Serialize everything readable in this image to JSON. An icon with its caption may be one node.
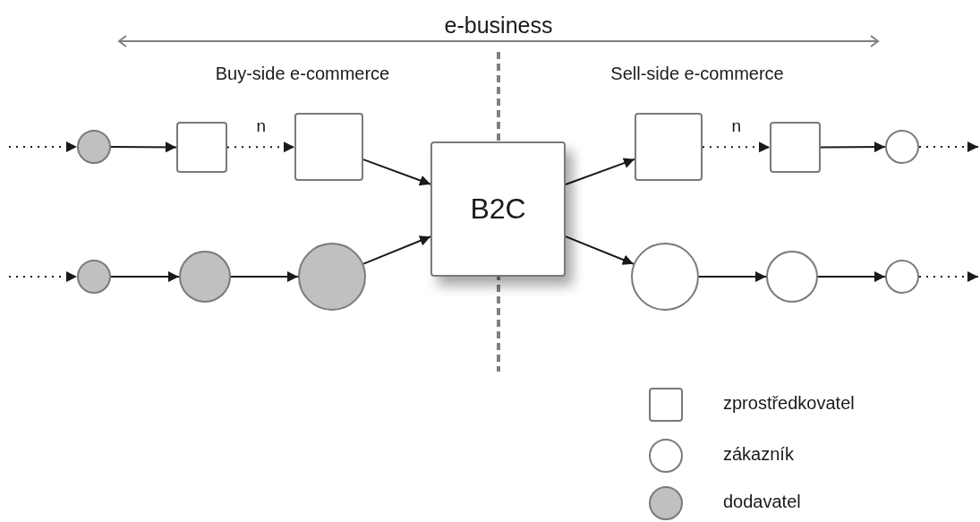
{
  "diagram": {
    "nodes": [
      {
        "text": [],
        "shape": "circle"
      },
      {
        "text": [],
        "shape": "box"
      },
      {
        "text": [],
        "shape": "box"
      },
      {
        "text": [
          "B2C"
        ]
      },
      {
        "text": [],
        "shape": "box"
      },
      {
        "text": [],
        "shape": "box"
      },
      {
        "text": [],
        "shape": "circle"
      },
      {
        "text": [],
        "shape": "circle"
      },
      {
        "text": [],
        "shape": "circle"
      },
      {
        "text": [],
        "shape": "circle"
      },
      {
        "text": [],
        "shape": "circle"
      },
      {
        "text": [],
        "shape": "circle"
      },
      {
        "text": [],
        "shape": "circle"
      }
    ],
    "edges": [
      {
        "from": null,
        "to": 0,
        "arrow": "to",
        "style": "dashed"
      },
      {
        "from": 0,
        "to": 1,
        "arrow": "to"
      },
      {
        "from": 1,
        "to": 2,
        "arrow": "to",
        "style": "dashed",
        "label": "n"
      },
      {
        "from": 2,
        "to": 3,
        "arrow": "to"
      },
      {
        "from": 3,
        "to": 4,
        "arrow": "to"
      },
      {
        "from": 4,
        "to": 5,
        "arrow": "to",
        "style": "dashed",
        "label": "n"
      },
      {
        "from": 5,
        "to": 6,
        "arrow": "to"
      },
      {
        "from": 6,
        "to": null,
        "arrow": "to",
        "style": "dashed"
      },
      {
        "from": null,
        "to": 7,
        "arrow": "to",
        "style": "dashed"
      },
      {
        "from": 7,
        "to": 8,
        "arrow": "to"
      },
      {
        "from": 8,
        "to": 9,
        "arrow": "to"
      },
      {
        "from": 9,
        "to": 3,
        "arrow": "to"
      },
      {
        "from": 3,
        "to": 10,
        "arrow": "to"
      },
      {
        "from": 10,
        "to": 11,
        "arrow": "to"
      },
      {
        "from": 11,
        "to": 12,
        "arrow": "to"
      },
      {
        "from": 12,
        "to": null,
        "arrow": "to",
        "style": "dashed"
      }
    ],
    "labels": [
      "e-business",
      "Buy-side e-commerce",
      "Sell-side e-commerce"
    ],
    "legend": [
      {
        "text": "zprostředkovatel"
      },
      {
        "text": "zákazník"
      },
      {
        "text": "dodavatel"
      }
    ]
  }
}
